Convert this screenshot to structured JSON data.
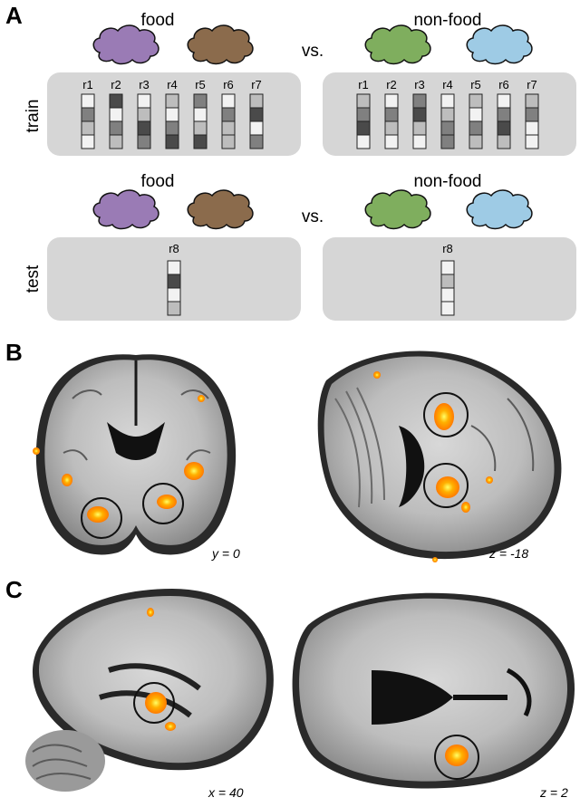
{
  "panels": {
    "a": {
      "letter": "A",
      "train": {
        "label": "train",
        "left_category": "food",
        "right_category": "non-food",
        "versus": "vs.",
        "runs": [
          "r1",
          "r2",
          "r3",
          "r4",
          "r5",
          "r6",
          "r7"
        ]
      },
      "test": {
        "label": "test",
        "left_category": "food",
        "right_category": "non-food",
        "versus": "vs.",
        "run": "r8"
      },
      "cloud_colors": [
        "#9a7bb5",
        "#8b6b4c",
        "#7fae5e",
        "#9ecbe5"
      ]
    },
    "b": {
      "letter": "B",
      "coronal_label": "y = 0",
      "axial_label": "z = -18"
    },
    "c": {
      "letter": "C",
      "sagittal_label": "x = 40",
      "axial_label": "z = 2"
    }
  },
  "activation_color": "#ff9a00"
}
